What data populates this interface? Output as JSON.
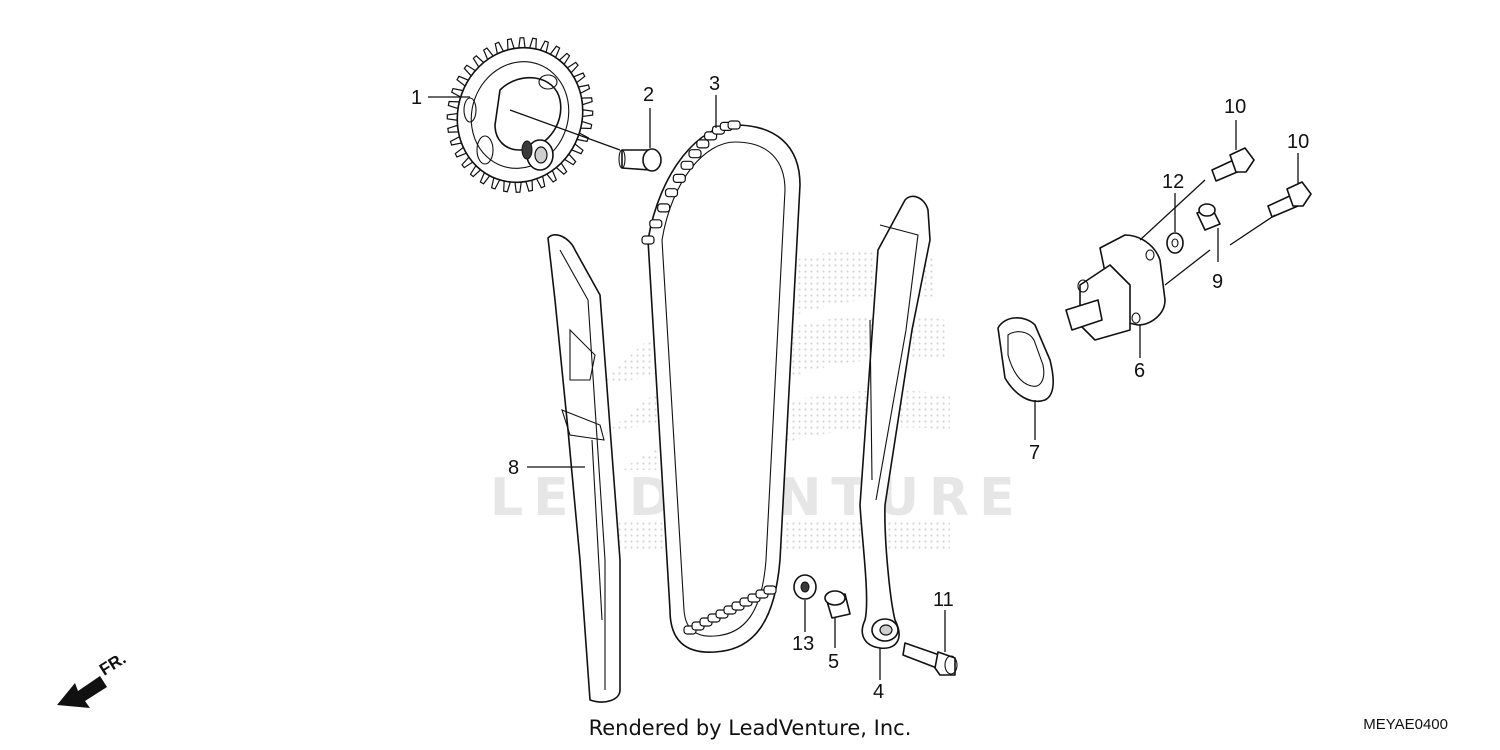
{
  "diagram": {
    "callouts": [
      {
        "id": "1",
        "text": "1"
      },
      {
        "id": "2",
        "text": "2"
      },
      {
        "id": "3",
        "text": "3"
      },
      {
        "id": "4",
        "text": "4"
      },
      {
        "id": "5",
        "text": "5"
      },
      {
        "id": "6",
        "text": "6"
      },
      {
        "id": "7",
        "text": "7"
      },
      {
        "id": "8",
        "text": "8"
      },
      {
        "id": "9",
        "text": "9"
      },
      {
        "id": "10a",
        "text": "10"
      },
      {
        "id": "10b",
        "text": "10"
      },
      {
        "id": "11",
        "text": "11"
      },
      {
        "id": "12",
        "text": "12"
      },
      {
        "id": "13",
        "text": "13"
      }
    ],
    "front_marker": "FR.",
    "watermark": "LEADVENTURE"
  },
  "footer": {
    "credit": "Rendered by LeadVenture, Inc.",
    "diagram_code": "MEYAE0400"
  },
  "colors": {
    "ink": "#111111",
    "watermark": "#e6e6e6",
    "background": "#ffffff"
  }
}
